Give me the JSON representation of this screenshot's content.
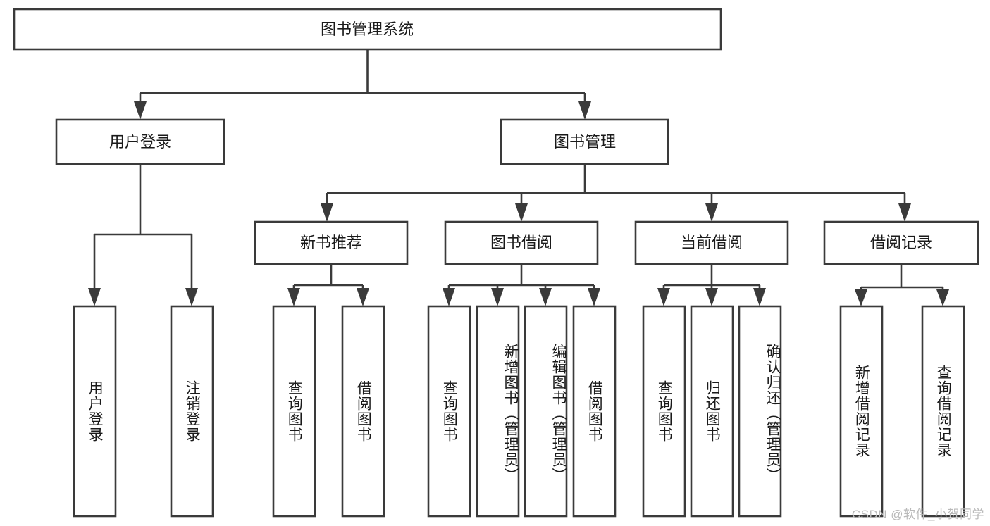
{
  "diagram": {
    "title": "图书管理系统",
    "watermark": "CSDN @软件_小贺同学",
    "root": {
      "label": "图书管理系统"
    },
    "level2": [
      {
        "label": "用户登录"
      },
      {
        "label": "图书管理"
      }
    ],
    "level3": [
      {
        "label": "新书推荐"
      },
      {
        "label": "图书借阅"
      },
      {
        "label": "当前借阅"
      },
      {
        "label": "借阅记录"
      }
    ],
    "leaves": {
      "user_login": [
        {
          "label": "用户登录"
        },
        {
          "label": "注销登录"
        }
      ],
      "new_book_recommend": [
        {
          "label": "查询图书"
        },
        {
          "label": "借阅图书"
        }
      ],
      "book_borrow": [
        {
          "label": "查询图书"
        },
        {
          "label": "新增图书（管理员）"
        },
        {
          "label": "编辑图书（管理员）"
        },
        {
          "label": "借阅图书"
        }
      ],
      "current_borrow": [
        {
          "label": "查询图书"
        },
        {
          "label": "归还图书"
        },
        {
          "label": "确认归还（管理员）"
        }
      ],
      "borrow_record": [
        {
          "label": "新增借阅记录"
        },
        {
          "label": "查询借阅记录"
        }
      ]
    },
    "colors": {
      "stroke": "#3a3a3a",
      "fill": "#ffffff",
      "text": "#1a1a1a",
      "watermark": "#b9b9b9"
    }
  }
}
